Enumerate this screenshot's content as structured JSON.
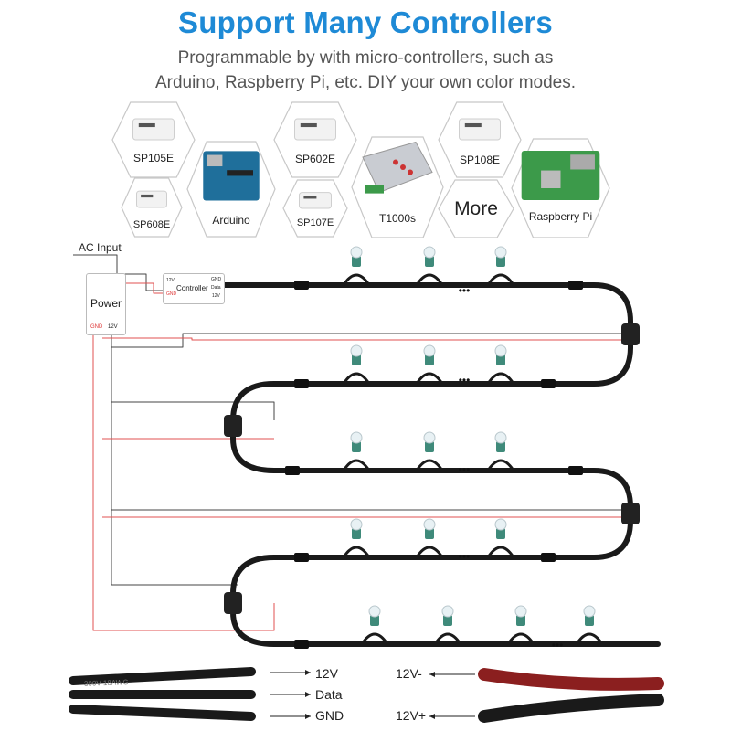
{
  "header": {
    "title": "Support Many Controllers",
    "subtitle_line1": "Programmable by with micro-controllers, such as",
    "subtitle_line2": "Arduino, Raspberry Pi, etc. DIY your own color modes."
  },
  "controllers": [
    {
      "id": "sp105e",
      "label": "SP105E"
    },
    {
      "id": "arduino",
      "label": "Arduino"
    },
    {
      "id": "sp602e",
      "label": "SP602E"
    },
    {
      "id": "t1000s",
      "label": "T1000s"
    },
    {
      "id": "sp108e",
      "label": "SP108E"
    },
    {
      "id": "more",
      "label": "More"
    },
    {
      "id": "raspberry-pi",
      "label": "Raspberry Pi"
    },
    {
      "id": "sp608e",
      "label": "SP608E"
    },
    {
      "id": "sp107e",
      "label": "SP107E"
    }
  ],
  "wiring": {
    "ac_input": "AC Input",
    "power": "Power",
    "power_gnd": "GND",
    "power_12v": "12V",
    "controller": "Controller",
    "ctrl_12v": "12V",
    "ctrl_gnd": "GND",
    "ctrl_gnd_out": "GND",
    "ctrl_data": "Data",
    "ctrl_12v_out": "12V",
    "dots": "•••"
  },
  "cable": {
    "left_print": "300V 18AWG",
    "left_12v": "12V",
    "left_data": "Data",
    "left_gnd": "GND",
    "right_minus": "12V-",
    "right_plus": "12V+"
  },
  "colors": {
    "title": "#1e8ad6",
    "wire_black": "#1a1a1a",
    "wire_red": "#e05050",
    "wire_gray": "#444444"
  }
}
